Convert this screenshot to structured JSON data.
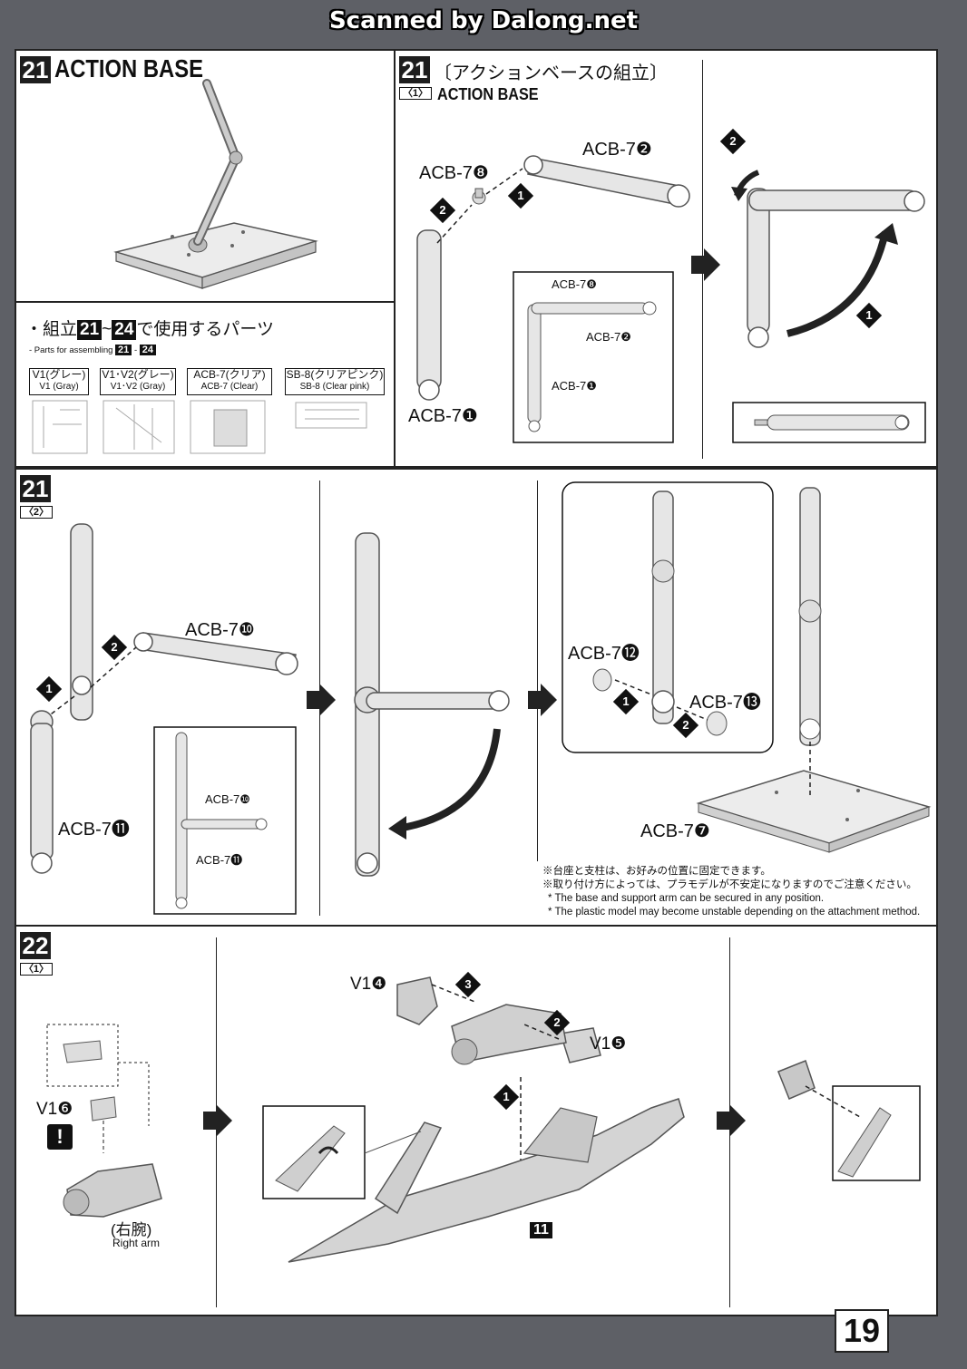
{
  "scan_header": "Scanned by Dalong.net",
  "page_number": "19",
  "step21_1": {
    "step": "21",
    "title_en": "ACTION BASE",
    "title_jp": "〔アクションベースの組立〕",
    "sub_tag": "〈1〉",
    "sub_title": "ACTION BASE",
    "labels": {
      "acb8": "ACB-7❽",
      "acb2": "ACB-7❷",
      "acb1": "ACB-7❶",
      "inset_acb8": "ACB-7❽",
      "inset_acb2": "ACB-7❷",
      "inset_acb1": "ACB-7❶"
    },
    "markers": {
      "m1": "1",
      "m2": "2",
      "m1b": "1",
      "m2b": "2"
    }
  },
  "parts_list": {
    "title_jp_prefix": "・組立",
    "range_start": "21",
    "range_sep": "~",
    "range_end": "24",
    "title_jp_suffix": "で使用するパーツ",
    "subtitle_prefix": "- Parts for assembling",
    "sub_range_start": "21",
    "sub_range_sep": "-",
    "sub_range_end": "24",
    "runners": [
      {
        "jp": "V1(グレー)",
        "en": "V1 (Gray)"
      },
      {
        "jp": "V1･V2(グレー)",
        "en": "V1･V2 (Gray)"
      },
      {
        "jp": "ACB-7(クリア)",
        "en": "ACB-7 (Clear)"
      },
      {
        "jp": "SB-8(クリアピンク)",
        "en": "SB-8 (Clear pink)"
      }
    ]
  },
  "step21_2": {
    "step": "21",
    "sub_tag": "〈2〉",
    "labels": {
      "acb10": "ACB-7❿",
      "acb11": "ACB-7⓫",
      "inset_acb10": "ACB-7❿",
      "inset_acb11": "ACB-7⓫",
      "acb12": "ACB-7⓬",
      "acb13": "ACB-7⓭",
      "acb7": "ACB-7❼"
    },
    "markers": {
      "m1": "1",
      "m2": "2",
      "m1b": "1",
      "m2b": "2"
    },
    "notes": [
      "※台座と支柱は、お好みの位置に固定できます。",
      "※取り付け方によっては、プラモデルが不安定になりますのでご注意ください。",
      "* The base and support arm can be secured in any position.",
      "* The plastic model may become unstable depending on the attachment method."
    ]
  },
  "step22_1": {
    "step": "22",
    "sub_tag": "〈1〉",
    "labels": {
      "v16": "V1❻",
      "v14": "V1❹",
      "v15": "V1❺",
      "part11": "11",
      "right_arm_jp": "(右腕)",
      "right_arm_en": "Right arm",
      "warning": "!"
    },
    "markers": {
      "m1": "1",
      "m2": "2",
      "m3": "3"
    }
  }
}
